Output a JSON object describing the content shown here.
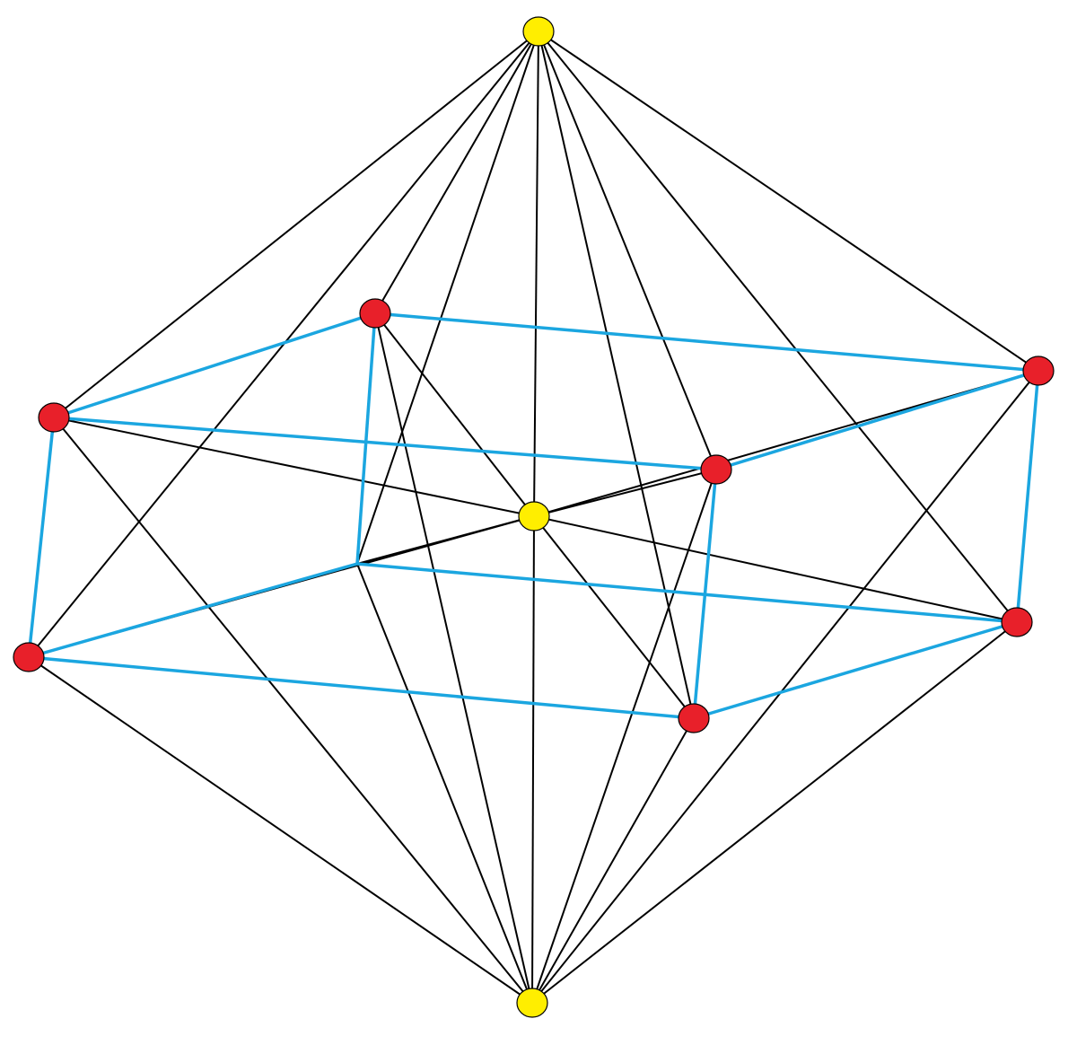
{
  "colors": {
    "background": "#ffffff",
    "apex_node": "#ffee00",
    "cube_node": "#e8202a",
    "cube_edge": "#1ba6e0",
    "apex_edge": "#000000",
    "node_outline": "#000000"
  },
  "nodes": [
    {
      "id": "top",
      "kind": "apex"
    },
    {
      "id": "center",
      "kind": "apex"
    },
    {
      "id": "bottom",
      "kind": "apex"
    },
    {
      "id": "a",
      "kind": "cube"
    },
    {
      "id": "b",
      "kind": "cube"
    },
    {
      "id": "c",
      "kind": "cube"
    },
    {
      "id": "d",
      "kind": "cube"
    },
    {
      "id": "e",
      "kind": "cube"
    },
    {
      "id": "f",
      "kind": "cube"
    },
    {
      "id": "g",
      "kind": "cube"
    },
    {
      "id": "h",
      "kind": "hidden"
    }
  ],
  "cube_edges": [
    [
      "a",
      "b"
    ],
    [
      "a",
      "c"
    ],
    [
      "b",
      "d"
    ],
    [
      "c",
      "d"
    ],
    [
      "h",
      "f"
    ],
    [
      "f",
      "g"
    ],
    [
      "g",
      "e"
    ],
    [
      "e",
      "h"
    ],
    [
      "a",
      "h"
    ],
    [
      "b",
      "e"
    ],
    [
      "c",
      "f"
    ],
    [
      "d",
      "g"
    ]
  ],
  "black_edges": [
    [
      "top",
      "a"
    ],
    [
      "top",
      "b"
    ],
    [
      "top",
      "c"
    ],
    [
      "top",
      "d"
    ],
    [
      "top",
      "e"
    ],
    [
      "top",
      "f"
    ],
    [
      "top",
      "g"
    ],
    [
      "top",
      "h"
    ],
    [
      "top",
      "center"
    ],
    [
      "bottom",
      "a"
    ],
    [
      "bottom",
      "b"
    ],
    [
      "bottom",
      "c"
    ],
    [
      "bottom",
      "d"
    ],
    [
      "bottom",
      "e"
    ],
    [
      "bottom",
      "f"
    ],
    [
      "bottom",
      "g"
    ],
    [
      "bottom",
      "h"
    ],
    [
      "bottom",
      "center"
    ],
    [
      "center",
      "a"
    ],
    [
      "center",
      "b"
    ],
    [
      "center",
      "c"
    ],
    [
      "center",
      "d"
    ],
    [
      "center",
      "e"
    ],
    [
      "center",
      "f"
    ],
    [
      "center",
      "g"
    ],
    [
      "center",
      "h"
    ]
  ]
}
